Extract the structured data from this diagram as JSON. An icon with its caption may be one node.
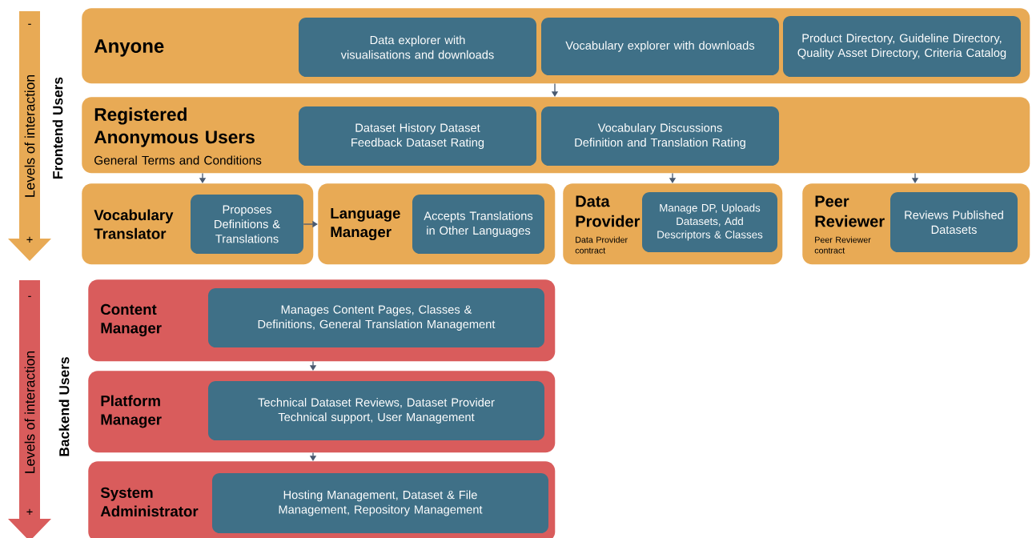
{
  "diagram": {
    "nodes": [
      {
        "text": [
          "Anyone"
        ]
      },
      {
        "text": [
          "Data explorer with visualisations and downloads"
        ],
        "in": 0
      },
      {
        "text": [
          "Vocabulary explorer with downloads"
        ],
        "in": 0
      },
      {
        "text": [
          "Product Directory, Guideline Directory, Quality Asset Directory, Criteria Catalog"
        ],
        "in": 0
      },
      {
        "text": [
          "Registered Anonymous Users",
          "General Terms and Conditions"
        ]
      },
      {
        "text": [
          "Dataset History Dataset Feedback Dataset Rating"
        ],
        "in": 4
      },
      {
        "text": [
          "Vocabulary Discussions Definition and Translation Rating"
        ],
        "in": 4
      },
      {
        "text": [
          "Vocabulary Translator"
        ]
      },
      {
        "text": [
          "Proposes Definitions & Translations"
        ],
        "in": 7
      },
      {
        "text": [
          "Language Manager"
        ]
      },
      {
        "text": [
          "Accepts Translations in Other Languages"
        ],
        "in": 9
      },
      {
        "text": [
          "Data Provider",
          "Data Provider contract"
        ]
      },
      {
        "text": [
          "Manage DP, Uploads Datasets, Add Descriptors & Classes"
        ],
        "in": 11
      },
      {
        "text": [
          "Peer Reviewer",
          "Peer Reviewer contract"
        ]
      },
      {
        "text": [
          "Reviews Published Datasets"
        ],
        "in": 13
      },
      {
        "text": [
          "Content Manager"
        ]
      },
      {
        "text": [
          "Manages Content Pages, Classes & Definitions, General Translation Management"
        ],
        "in": 15
      },
      {
        "text": [
          "Platform Manager"
        ]
      },
      {
        "text": [
          "Technical Dataset Reviews, Dataset Provider Technical support, User Management"
        ],
        "in": 17
      },
      {
        "text": [
          "System Administrator"
        ]
      },
      {
        "text": [
          "Hosting Management, Dataset & File Management, Repository Management"
        ],
        "in": 19
      }
    ],
    "edges": [
      {
        "from": 0,
        "to": 4,
        "arrow": "to"
      },
      {
        "from": 4,
        "to": 7,
        "arrow": "to"
      },
      {
        "from": 4,
        "to": 11,
        "arrow": "to"
      },
      {
        "from": 4,
        "to": 13,
        "arrow": "to"
      },
      {
        "from": 8,
        "to": 9,
        "arrow": "to"
      },
      {
        "from": 15,
        "to": 17,
        "arrow": "to"
      },
      {
        "from": 17,
        "to": 19,
        "arrow": "to"
      }
    ],
    "labels": [
      "-",
      "Levels of interaction",
      "+",
      "Frontend Users",
      "-",
      "Levels of interaction",
      "+",
      "Backend Users"
    ]
  }
}
